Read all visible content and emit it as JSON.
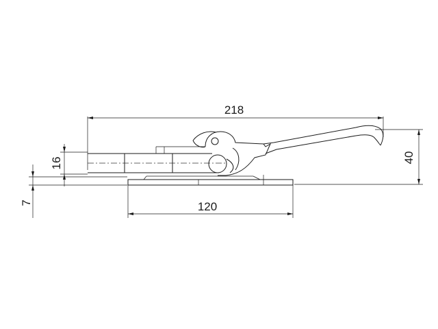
{
  "drawing": {
    "dimensions": {
      "overall_length": "218",
      "base_length": "120",
      "height": "40",
      "bar_diameter": "16",
      "base_thickness": "7"
    },
    "colors": {
      "line": "#1a1a1a",
      "background": "#ffffff"
    }
  }
}
